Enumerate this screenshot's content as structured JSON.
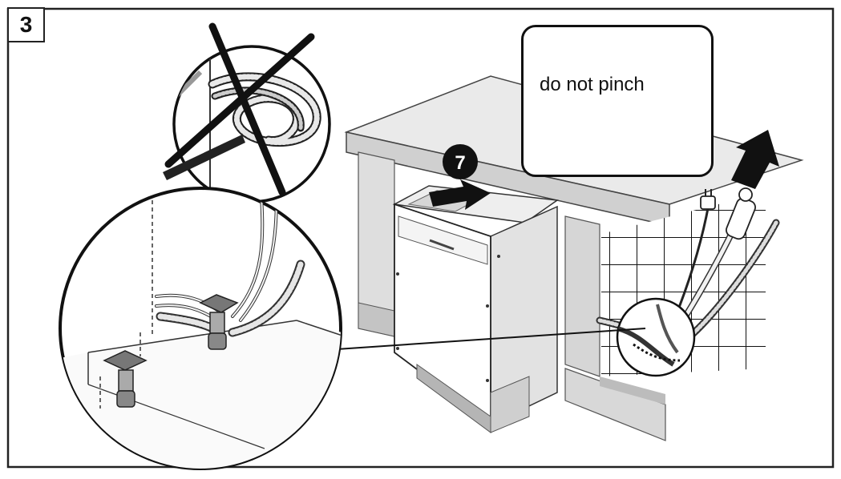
{
  "step": {
    "number": "3"
  },
  "callout": {
    "text": "do not pinch"
  },
  "push_step": {
    "number": "7"
  }
}
